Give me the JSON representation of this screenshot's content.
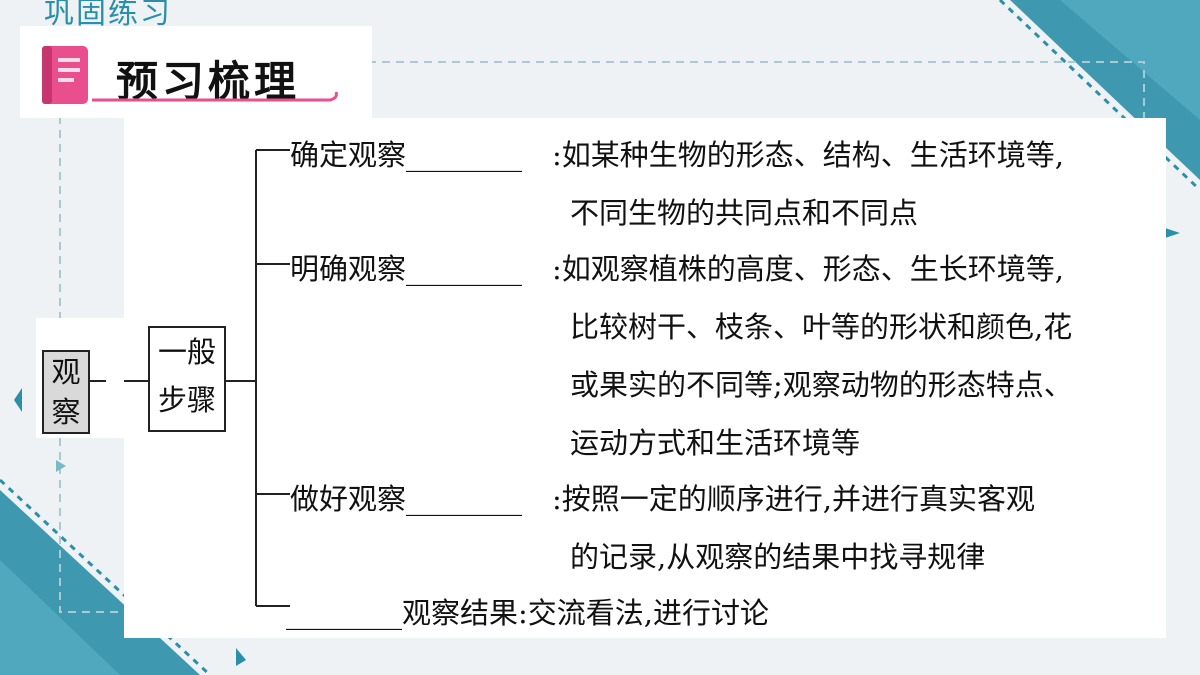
{
  "header": {
    "top_label": "巩固练习",
    "title": "预习梳理"
  },
  "colors": {
    "accent_teal": "#2a8fa8",
    "pink": "#ea4f8d",
    "root_box_fill": "#d9d9d9"
  },
  "tree": {
    "root": [
      "观",
      "察"
    ],
    "mid": [
      "一般",
      "步骤"
    ],
    "branches": [
      {
        "label": "确定观察",
        "blank": "________",
        "content": [
          ":如某种生物的形态、结构、生活环境等,",
          "不同生物的共同点和不同点"
        ]
      },
      {
        "label": "明确观察",
        "blank": "________",
        "content": [
          ":如观察植株的高度、形态、生长环境等,",
          "比较树干、枝条、叶等的形状和颜色,花",
          "或果实的不同等;观察动物的形态特点、",
          "运动方式和生活环境等"
        ]
      },
      {
        "label": "做好观察",
        "blank": "________",
        "content": [
          ":按照一定的顺序进行,并进行真实客观",
          "的记录,从观察的结果中找寻规律"
        ]
      },
      {
        "label": "观察结果",
        "blank": "________",
        "content": [
          ":交流看法,进行讨论"
        ]
      }
    ]
  }
}
